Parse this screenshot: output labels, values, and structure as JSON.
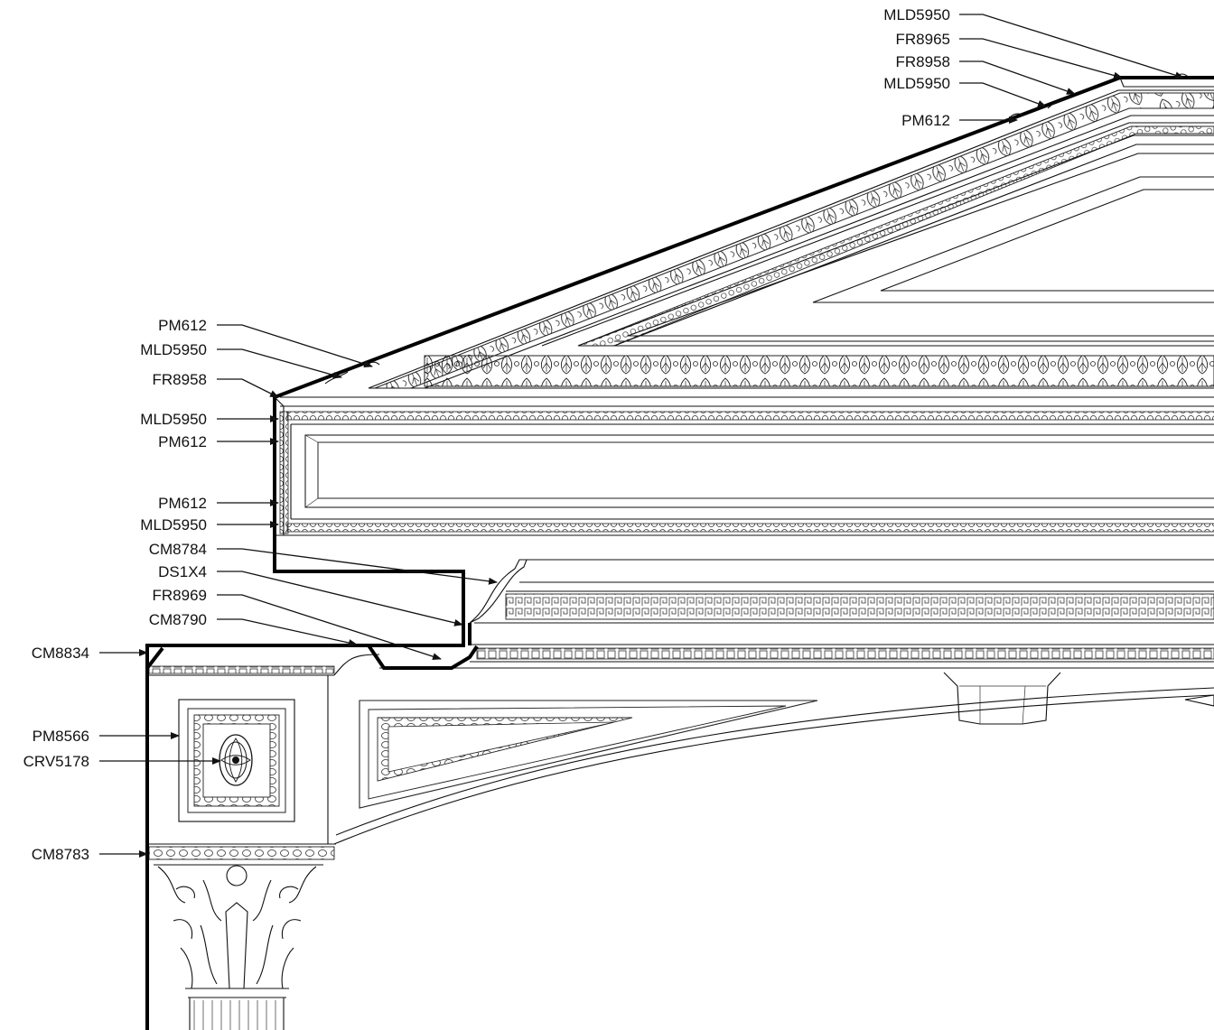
{
  "diagram": {
    "type": "architectural-elevation",
    "labels": {
      "top_right": [
        "MLD5950",
        "FR8965",
        "FR8958",
        "MLD5950",
        "PM612"
      ],
      "pediment_left": [
        "PM612",
        "MLD5950",
        "FR8958",
        "MLD5950",
        "PM612",
        "PM612",
        "MLD5950"
      ],
      "entablature": [
        "CM8784",
        "DS1X4",
        "FR8969",
        "CM8790",
        "CM8834"
      ],
      "pier": [
        "PM8566",
        "CRV5178",
        "CM8783"
      ]
    }
  }
}
